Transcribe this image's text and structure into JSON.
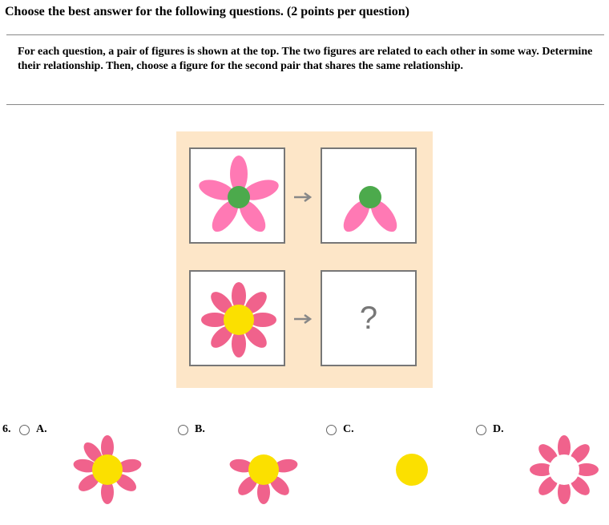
{
  "header": {
    "title": "Choose the best answer for the following questions. (2 points per question)"
  },
  "instructions": "For each question, a pair of figures is shown at the top. The two figures are related to each other in some way. Determine their relationship. Then, choose a figure for the second pair that shares the same relationship.",
  "puzzle": {
    "question_mark": "?",
    "colors": {
      "panel": "#fde6c8",
      "pink": "#ff79b4",
      "green": "#4caa4c",
      "red_petal": "#f0628c",
      "yellow": "#fbe000"
    }
  },
  "question": {
    "number": "6.",
    "options": [
      {
        "label": "A.",
        "figure": "pink flower with yellow center, 7 petals"
      },
      {
        "label": "B.",
        "figure": "pink flower with yellow center, lower half petals"
      },
      {
        "label": "C.",
        "figure": "yellow circle"
      },
      {
        "label": "D.",
        "figure": "pink flower with white center"
      }
    ]
  }
}
